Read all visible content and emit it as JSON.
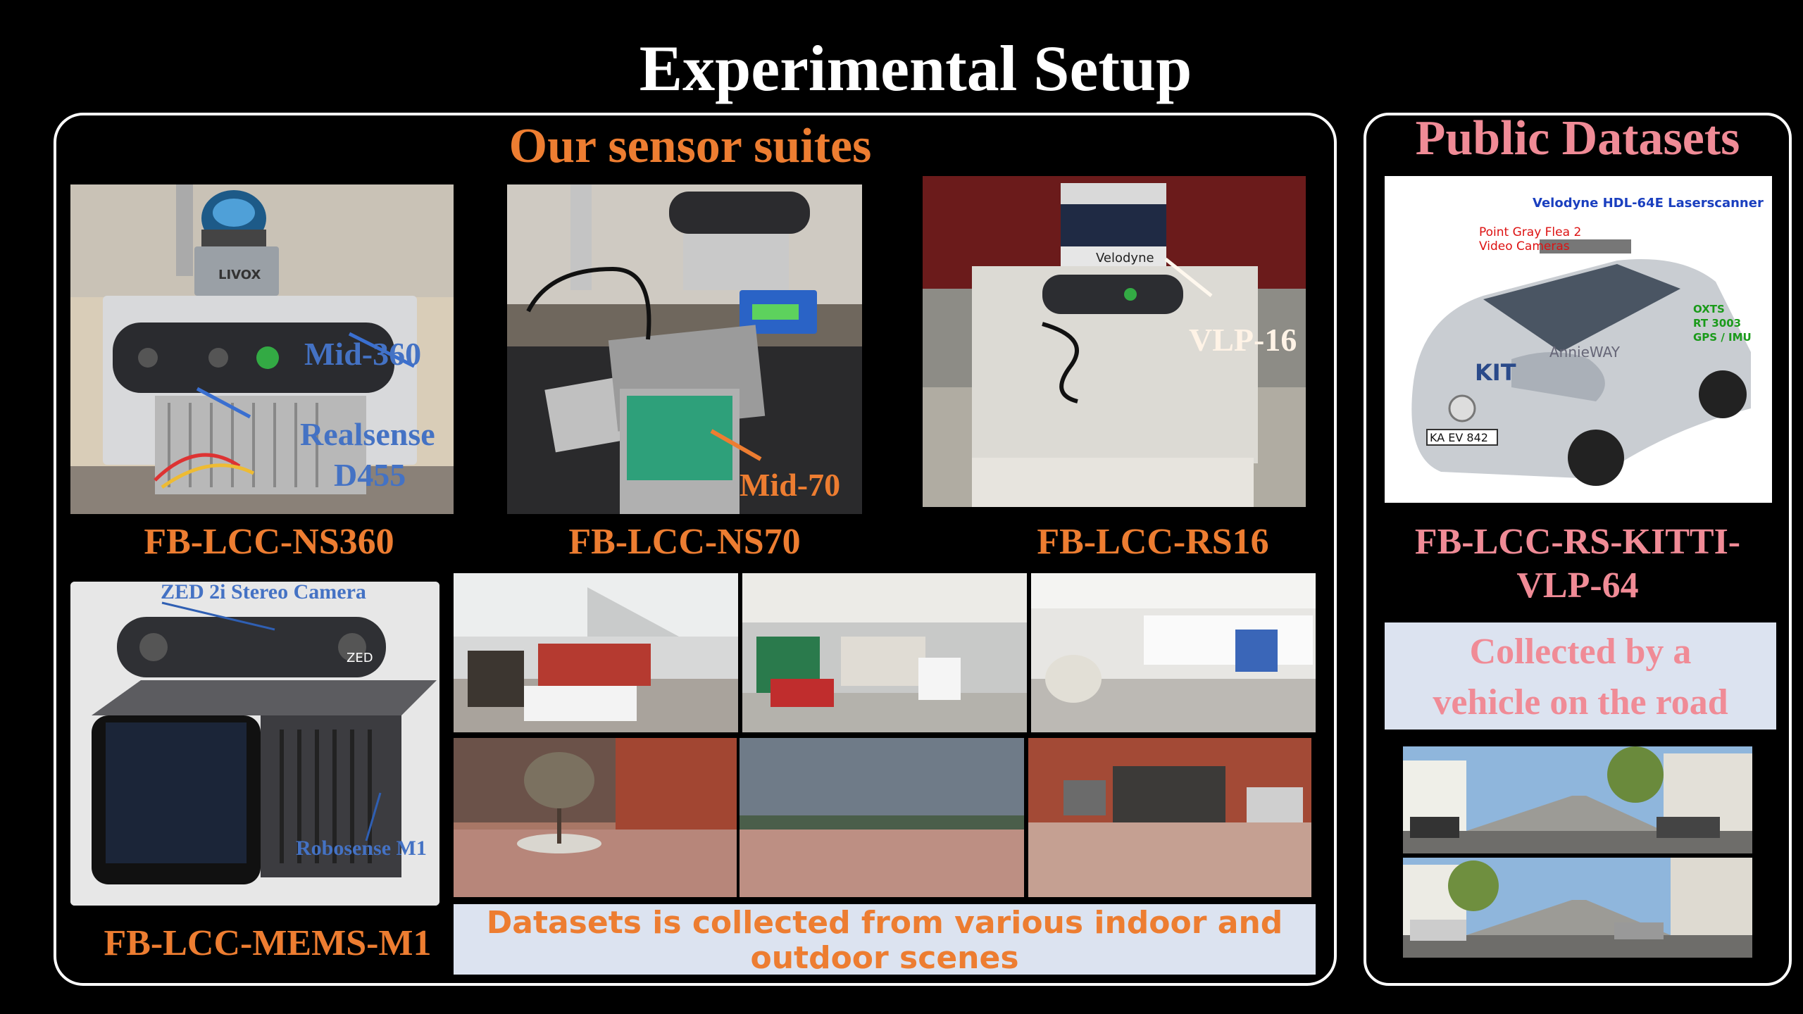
{
  "page": {
    "title": "Experimental Setup"
  },
  "sensor_panel": {
    "title": "Our sensor suites",
    "suites": [
      {
        "caption": "FB-LCC-NS360",
        "labels": [
          "Mid-360",
          "Realsense",
          "D455"
        ]
      },
      {
        "caption": "FB-LCC-NS70",
        "labels": [
          "Mid-70"
        ]
      },
      {
        "caption": "FB-LCC-RS16",
        "labels": [
          "VLP-16"
        ]
      },
      {
        "caption": "FB-LCC-MEMS-M1",
        "labels": [
          "ZED 2i Stereo Camera",
          "Robosense M1"
        ]
      }
    ],
    "device_text": {
      "livox": "LIVOX",
      "velodyne": "Velodyne",
      "zed": "ZED"
    },
    "scenes_banner": "Datasets  is collected from various indoor and outdoor scenes"
  },
  "public_panel": {
    "title": "Public Datasets",
    "car_labels": {
      "laser": "Velodyne HDL-64E Laserscanner",
      "camera_line1": "Point Gray Flea 2",
      "camera_line2": "Video Cameras",
      "gps_line1": "OXTS",
      "gps_line2": "RT 3003",
      "gps_line3": "GPS / IMU",
      "plate": "KA EV 842",
      "brand": "KIT",
      "livery": "AnnieWAY"
    },
    "caption_line1": "FB-LCC-RS-KITTI-",
    "caption_line2": "VLP-64",
    "banner_line1": "Collected by a",
    "banner_line2": "vehicle on the road"
  }
}
